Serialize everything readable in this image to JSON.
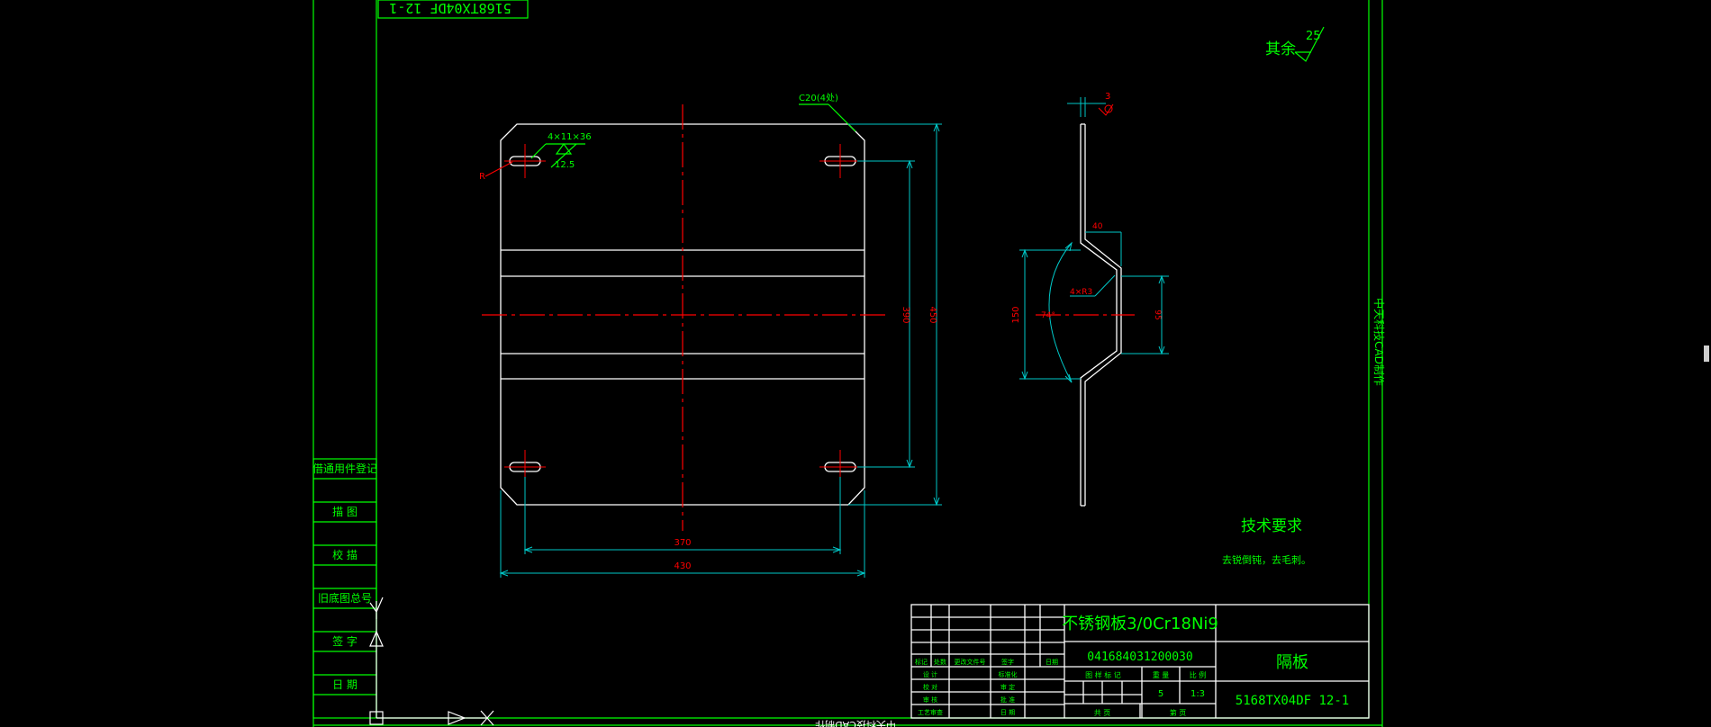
{
  "drawing": {
    "top_tag": "5168TX04DF 12-1",
    "vertical_side_text": "中天科技CAD制作",
    "bottom_mirrored_text": "中天科技CAD制作",
    "surface_roughness": {
      "label": "其余",
      "value": "25"
    },
    "front_view": {
      "chamfer_note": "C20(4处)",
      "slot_note": "4×11×36",
      "slot_roughness": "12.5",
      "radius_label": "R",
      "dim_width_inner": "370",
      "dim_width_outer": "430",
      "dim_height_inner": "390",
      "dim_height_outer": "450"
    },
    "side_view": {
      "thickness": "3",
      "top_width": "40",
      "bend_radius": "4×R3",
      "angle": "74°",
      "height_outer": "150",
      "height_inner": "95"
    },
    "tech_requirements": {
      "title": "技术要求",
      "content": "去锐倒钝，去毛刺。"
    },
    "left_column": [
      "借通用件登记",
      "描  图",
      "校  描",
      "旧底图总号",
      "签  字",
      "日  期"
    ],
    "title_block": {
      "material": "不锈钢板3/0Cr18Ni9",
      "code": "041684031200030",
      "part_name": "隔板",
      "drawing_no": "5168TX04DF 12-1",
      "stage_label": "图 样 标 记",
      "weight_label": "重  量",
      "scale_label": "比  例",
      "weight": "5",
      "scale": "1:3",
      "total_sheets_label": "共    页",
      "sheet_label": "第    页",
      "left_headers": [
        "标记",
        "处数",
        "更改文件号",
        "签字",
        "日期"
      ],
      "sign_rows": [
        [
          "设 计",
          "标准化"
        ],
        [
          "校 对",
          "审 定"
        ],
        [
          "审 核",
          "批 准"
        ],
        [
          "工艺审查",
          "日 期"
        ]
      ]
    }
  }
}
